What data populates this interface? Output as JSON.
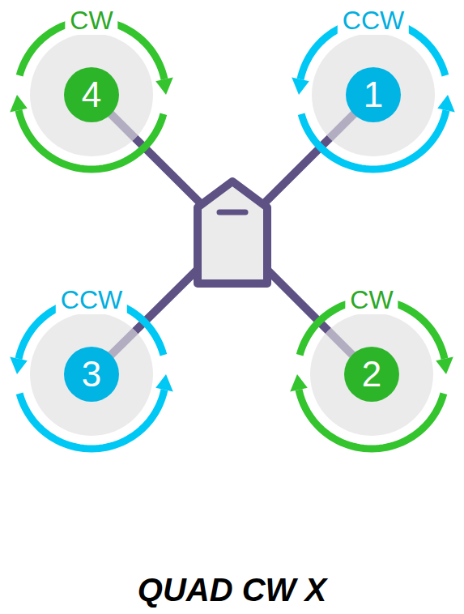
{
  "diagram": {
    "caption": "QUAD CW X",
    "nodes": [
      {
        "text": [
          "CW",
          "4"
        ]
      },
      {
        "text": [
          "CCW",
          "1"
        ]
      },
      {
        "text": [
          "CCW",
          "3"
        ]
      },
      {
        "text": [
          "CW",
          "2"
        ]
      }
    ]
  }
}
